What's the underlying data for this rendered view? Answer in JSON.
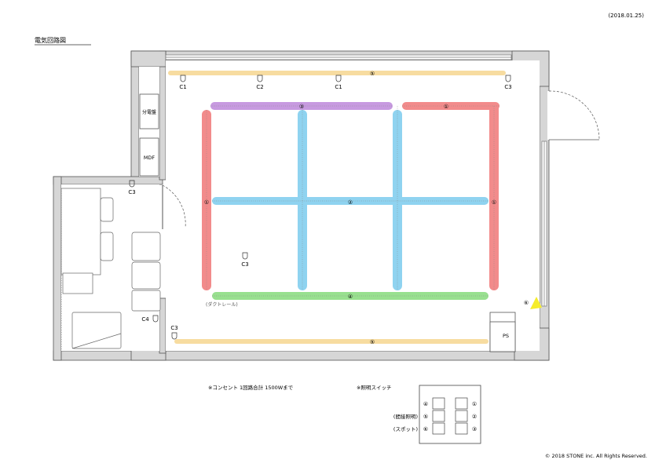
{
  "header": {
    "date": "(2018.01.25)",
    "title": "電気回路図"
  },
  "rooms": {
    "panel": "分電盤",
    "mdf": "MDF",
    "ps": "PS"
  },
  "outlets": [
    {
      "id": "c1a",
      "label": "C1"
    },
    {
      "id": "c2",
      "label": "C2"
    },
    {
      "id": "c1b",
      "label": "C1"
    },
    {
      "id": "c3a",
      "label": "C3"
    },
    {
      "id": "c3b",
      "label": "C3"
    },
    {
      "id": "c3c",
      "label": "C3"
    },
    {
      "id": "c4",
      "label": "C4"
    },
    {
      "id": "c3d",
      "label": "C3"
    }
  ],
  "circuits": {
    "c1": {
      "num": "①",
      "color": "#f28b8b"
    },
    "c2": {
      "num": "②",
      "color": "#8fd3f0"
    },
    "c3": {
      "num": "③",
      "color": "#c79ae0"
    },
    "c4": {
      "num": "④",
      "color": "#98e08f"
    },
    "c5": {
      "num": "⑤",
      "color": "#f7dca0"
    },
    "c6": {
      "num": "⑥",
      "color": "#f5ec2a"
    }
  },
  "duct_rail_label": "(ダクトレール)",
  "notes": {
    "outlet_note": "※コンセント 1回路合計 1500Wまで",
    "switch_note": "※照明スイッチ"
  },
  "switch_panel": {
    "left": [
      "④",
      "⑤",
      "⑥"
    ],
    "right": [
      "①",
      "②",
      "③"
    ],
    "labels": [
      "",
      "(間接照明)",
      "(スポット)"
    ]
  },
  "footer": {
    "copyright": "© 2018 STONE inc. All Rights Reserved."
  }
}
